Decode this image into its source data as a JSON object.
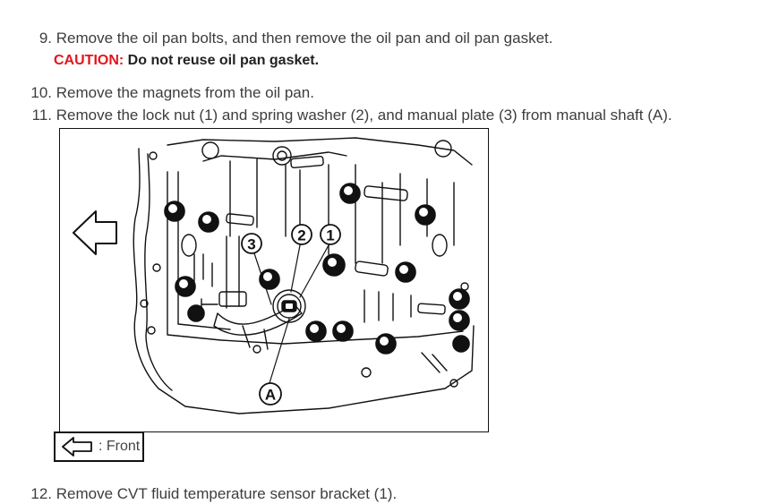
{
  "steps": [
    {
      "num": "9.",
      "text": "Remove the oil pan bolts, and then remove the oil pan and oil pan gasket."
    },
    {
      "num": "10.",
      "text": "Remove the magnets from the oil pan."
    },
    {
      "num": "11.",
      "text": "Remove the lock nut (1) and spring washer (2), and manual plate (3) from manual shaft (A)."
    },
    {
      "num": "12.",
      "text": "Remove CVT fluid temperature sensor bracket (1)."
    }
  ],
  "caution": {
    "label": "CAUTION:",
    "text": "Do not reuse oil pan gasket."
  },
  "figure": {
    "callouts": [
      "1",
      "2",
      "3",
      "A"
    ],
    "icons": [
      "front-arrow-icon",
      "outlined-left-arrow-icon"
    ]
  },
  "legend": {
    "label": ": Front"
  }
}
